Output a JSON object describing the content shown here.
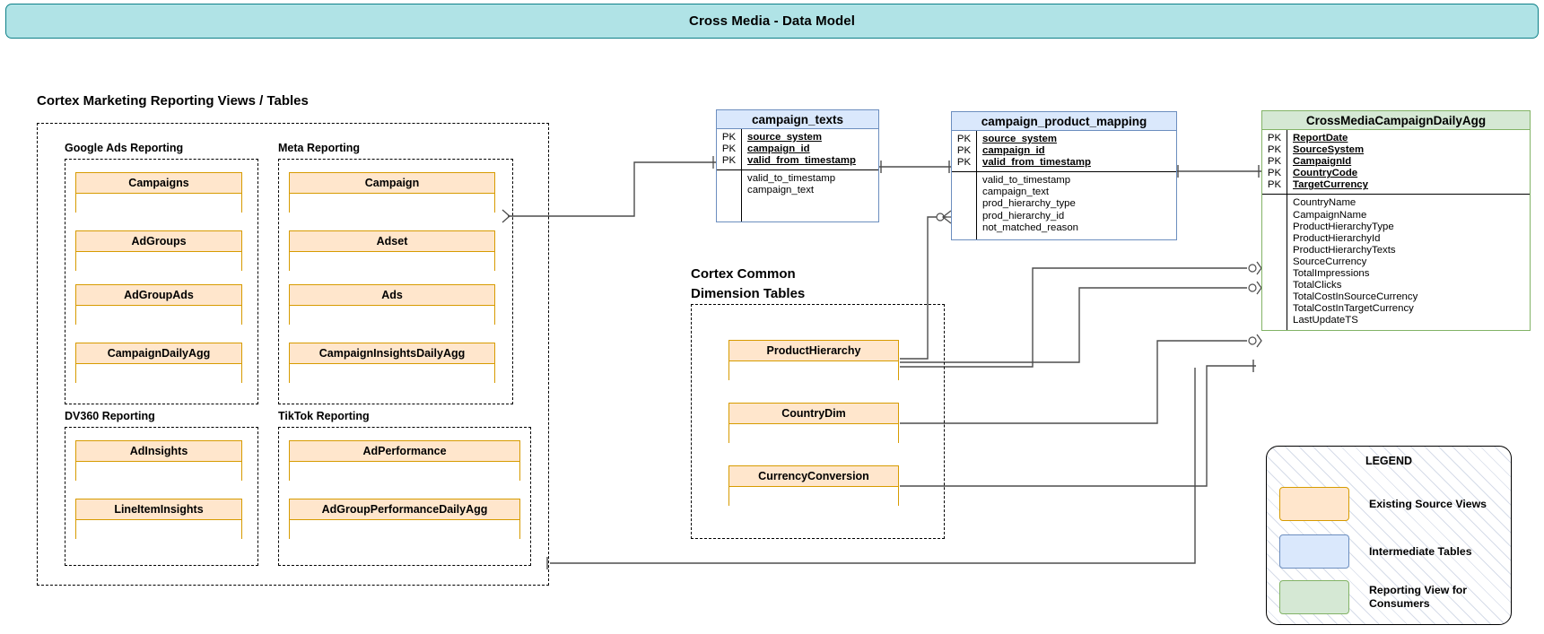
{
  "header": {
    "title": "Cross Media - Data Model"
  },
  "sections": {
    "marketing": {
      "title": "Cortex Marketing Reporting Views / Tables",
      "groups": [
        {
          "name": "Google Ads Reporting",
          "tables": [
            "Campaigns",
            "AdGroups",
            "AdGroupAds",
            "CampaignDailyAgg"
          ]
        },
        {
          "name": "Meta Reporting",
          "tables": [
            "Campaign",
            "Adset",
            "Ads",
            "CampaignInsightsDailyAgg"
          ]
        },
        {
          "name": "DV360 Reporting",
          "tables": [
            "AdInsights",
            "LineItemInsights"
          ]
        },
        {
          "name": "TikTok Reporting",
          "tables": [
            "AdPerformance",
            "AdGroupPerformanceDailyAgg"
          ]
        }
      ]
    },
    "dimensions": {
      "title": "Cortex Common\nDimension Tables",
      "tables": [
        "ProductHierarchy",
        "CountryDim",
        "CurrencyConversion"
      ]
    }
  },
  "entities": [
    {
      "id": "campaign_texts",
      "name": "campaign_texts",
      "kind": "intermediate",
      "keys": [
        "source_system",
        "campaign_id",
        "valid_from_timestamp"
      ],
      "key_markers": [
        "PK",
        "PK",
        "PK"
      ],
      "fields": [
        "valid_to_timestamp",
        "campaign_text"
      ]
    },
    {
      "id": "campaign_product_mapping",
      "name": "campaign_product_mapping",
      "kind": "intermediate",
      "keys": [
        "source_system",
        "campaign_id",
        "valid_from_timestamp"
      ],
      "key_markers": [
        "PK",
        "PK",
        "PK"
      ],
      "fields": [
        "valid_to_timestamp",
        "campaign_text",
        "prod_hierarchy_type",
        "prod_hierarchy_id",
        "not_matched_reason"
      ]
    },
    {
      "id": "CrossMediaCampaignDailyAgg",
      "name": "CrossMediaCampaignDailyAgg",
      "kind": "reporting",
      "keys": [
        "ReportDate",
        "SourceSystem",
        "CampaignId",
        "CountryCode",
        "TargetCurrency"
      ],
      "key_markers": [
        "PK",
        "PK",
        "PK",
        "PK",
        "PK"
      ],
      "fields": [
        "CountryName",
        "CampaignName",
        "ProductHierarchyType",
        "ProductHierarchyId",
        "ProductHierarchyTexts",
        "SourceCurrency",
        "TotalImpressions",
        "TotalClicks",
        "TotalCostInSourceCurrency",
        "TotalCostInTargetCurrency",
        "LastUpdateTS"
      ]
    }
  ],
  "legend": {
    "title": "LEGEND",
    "items": [
      {
        "swatch": "orange",
        "label": "Existing Source Views"
      },
      {
        "swatch": "blue",
        "label": "Intermediate Tables"
      },
      {
        "swatch": "green",
        "label": "Reporting View for\nConsumers"
      }
    ]
  },
  "colors": {
    "banner_fill": "#b0e3e6",
    "banner_stroke": "#0e8088",
    "source_fill": "#ffe6cc",
    "source_stroke": "#d79b00",
    "intermediate_fill": "#dae8fc",
    "intermediate_stroke": "#6c8ebf",
    "reporting_fill": "#d5e8d4",
    "reporting_stroke": "#82b366"
  }
}
